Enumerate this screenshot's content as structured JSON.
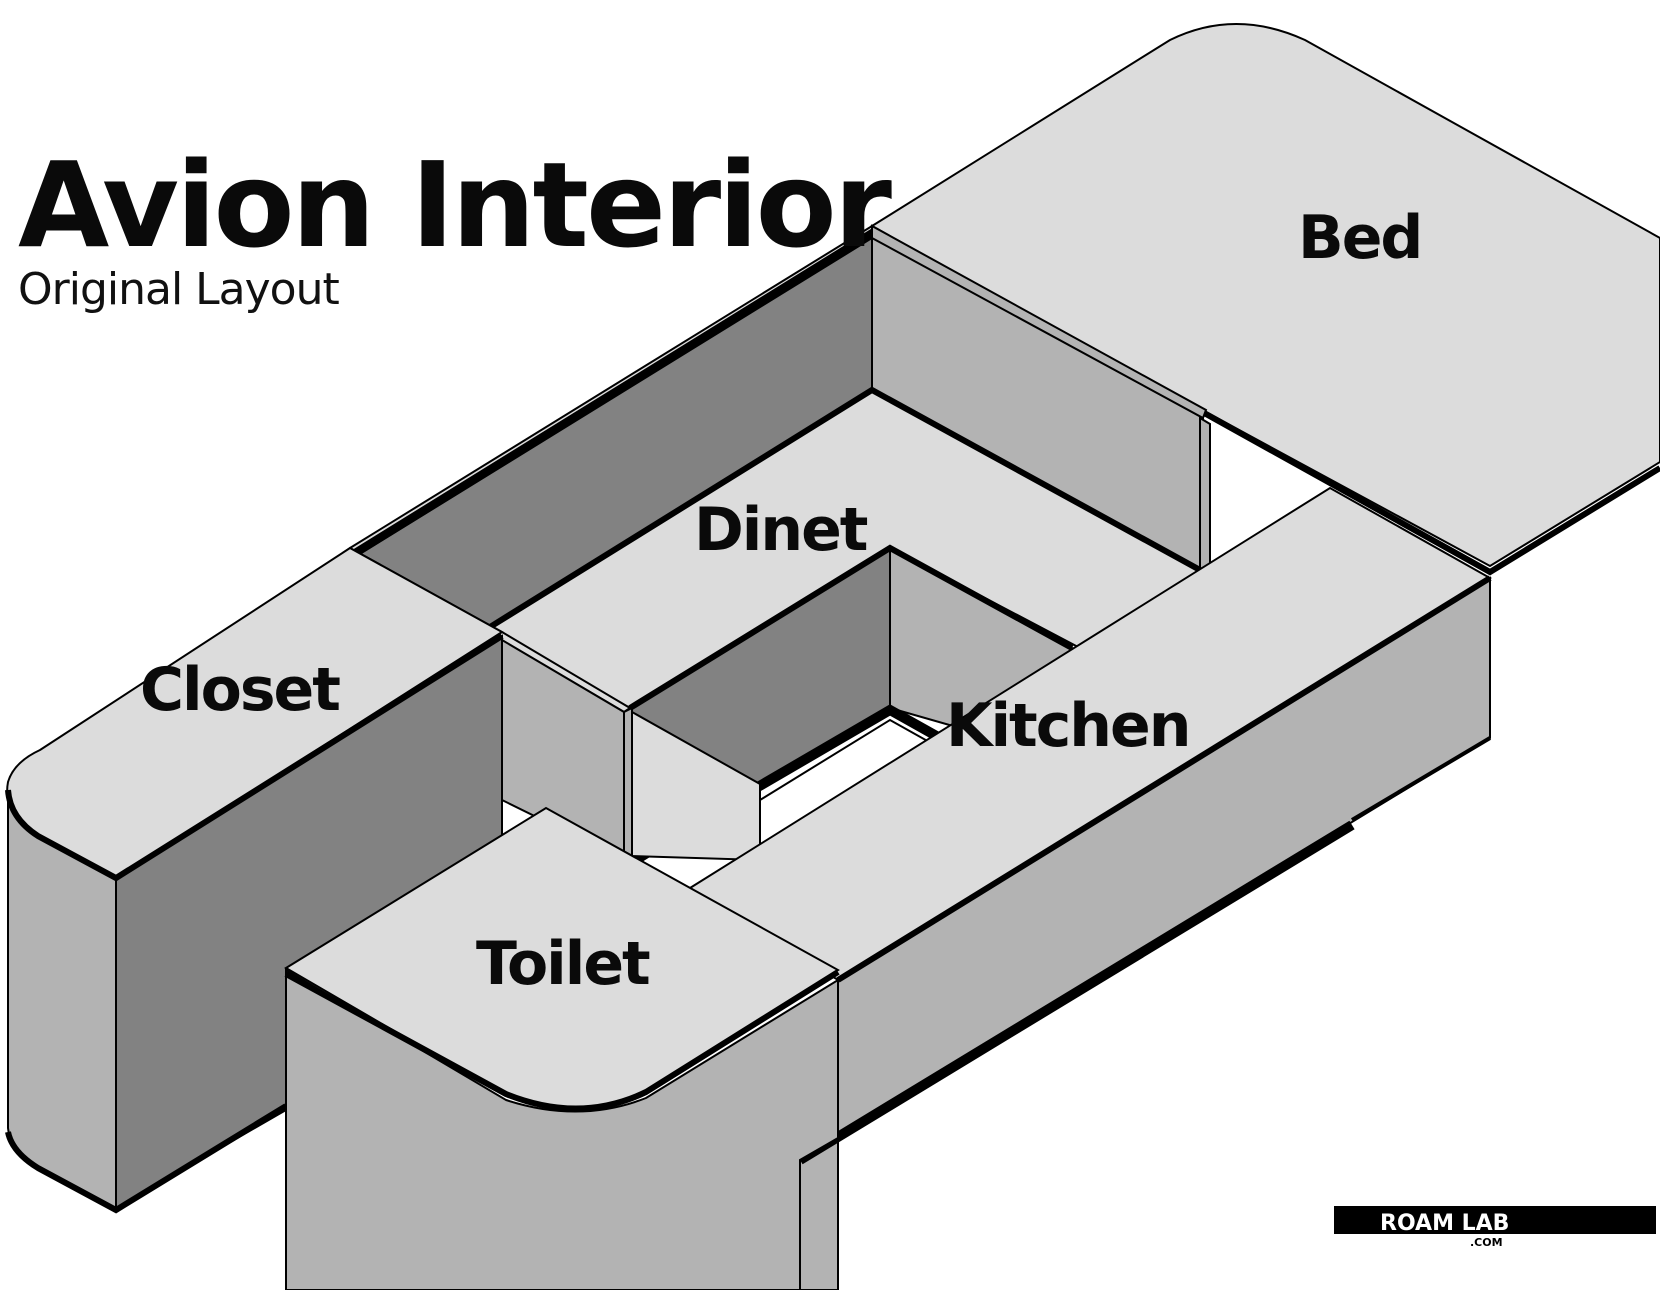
{
  "title": "Avion Interior",
  "subtitle": "Original Layout",
  "rooms": {
    "bed": "Bed",
    "dinet": "Dinet",
    "closet": "Closet",
    "kitchen": "Kitchen",
    "toilet": "Toilet"
  },
  "logo": {
    "main": "ROAM LAB",
    "sub": ".COM"
  },
  "colors": {
    "top_face": "#dcdcdc",
    "side_light": "#b3b3b3",
    "side_dark": "#828282",
    "stroke": "#000000"
  }
}
